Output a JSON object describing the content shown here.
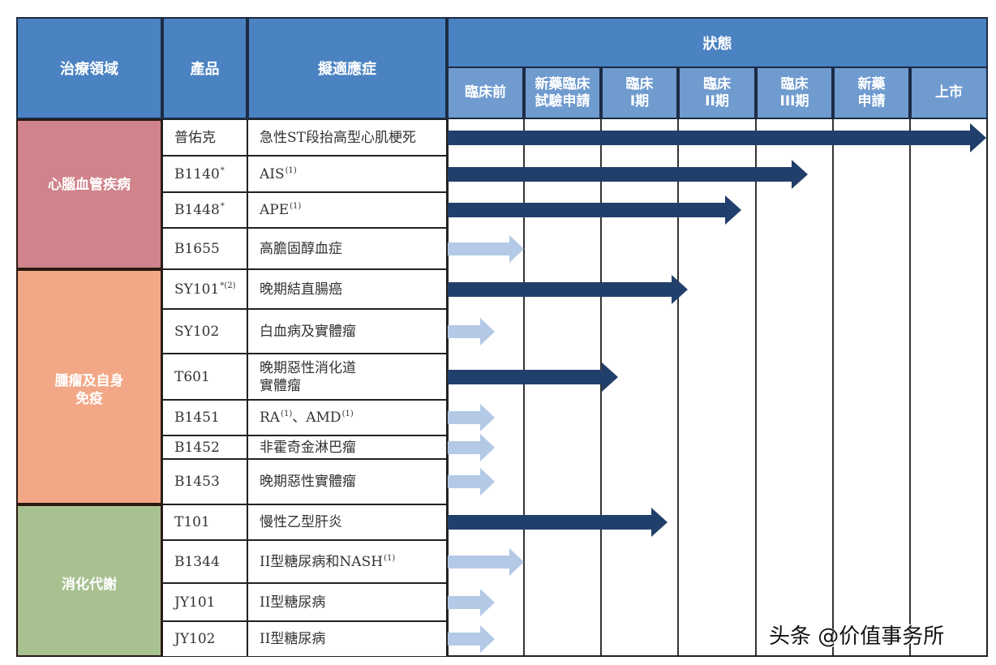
{
  "table": {
    "headers": {
      "area": "治療領域",
      "product": "產品",
      "indication": "擬適應症",
      "status": "狀態"
    },
    "stages": [
      "臨床前",
      "新藥臨床\n試驗申請",
      "臨床\nI期",
      "臨床\nII期",
      "臨床\nIII期",
      "新藥\n申請",
      "上市"
    ],
    "categories": [
      {
        "name": "心腦血管疾病",
        "color": "#d0838b"
      },
      {
        "name": "腫瘤及自身\n免疫",
        "color": "#f2a886"
      },
      {
        "name": "消化代謝",
        "color": "#a8c191"
      }
    ],
    "rows": [
      {
        "product": "普佑克",
        "product_sup": "",
        "indication": "急性ST段抬高型心肌梗死",
        "ind_parts": [
          [
            "急性ST段抬高型心肌梗死",
            ""
          ]
        ]
      },
      {
        "product": "B1140",
        "product_sup": "*",
        "indication": "AIS(1)",
        "ind_parts": [
          [
            "AIS",
            "(1)"
          ]
        ]
      },
      {
        "product": "B1448",
        "product_sup": "*",
        "indication": "APE(1)",
        "ind_parts": [
          [
            "APE",
            "(1)"
          ]
        ]
      },
      {
        "product": "B1655",
        "product_sup": "",
        "indication": "高膽固醇血症",
        "ind_parts": [
          [
            "高膽固醇血症",
            ""
          ]
        ]
      },
      {
        "product": "SY101",
        "product_sup": "*(2)",
        "indication": "晚期結直腸癌",
        "ind_parts": [
          [
            "晚期結直腸癌",
            ""
          ]
        ]
      },
      {
        "product": "SY102",
        "product_sup": "",
        "indication": "白血病及實體瘤",
        "ind_parts": [
          [
            "白血病及實體瘤",
            ""
          ]
        ]
      },
      {
        "product": "T601",
        "product_sup": "",
        "indication": "晚期惡性消化道\n實體瘤",
        "ind_parts": [
          [
            "晚期惡性消化道\n實體瘤",
            ""
          ]
        ]
      },
      {
        "product": "B1451",
        "product_sup": "",
        "indication": "RA(1)、AMD(1)",
        "ind_parts": [
          [
            "RA",
            "(1)"
          ],
          [
            "、AMD",
            "(1)"
          ]
        ]
      },
      {
        "product": "B1452",
        "product_sup": "",
        "indication": "非霍奇金淋巴瘤",
        "ind_parts": [
          [
            "非霍奇金淋巴瘤",
            ""
          ]
        ]
      },
      {
        "product": "B1453",
        "product_sup": "",
        "indication": "晚期惡性實體瘤",
        "ind_parts": [
          [
            "晚期惡性實體瘤",
            ""
          ]
        ]
      },
      {
        "product": "T101",
        "product_sup": "",
        "indication": "慢性乙型肝炎",
        "ind_parts": [
          [
            "慢性乙型肝炎",
            ""
          ]
        ]
      },
      {
        "product": "B1344",
        "product_sup": "",
        "indication": "II型糖尿病和NASH(1)",
        "ind_parts": [
          [
            "II型糖尿病和NASH",
            "(1)"
          ]
        ]
      },
      {
        "product": "JY101",
        "product_sup": "",
        "indication": "II型糖尿病",
        "ind_parts": [
          [
            "II型糖尿病",
            ""
          ]
        ]
      },
      {
        "product": "JY102",
        "product_sup": "",
        "indication": "II型糖尿病",
        "ind_parts": [
          [
            "II型糖尿病",
            ""
          ]
        ]
      }
    ]
  },
  "chart_data": {
    "type": "table",
    "title": "狀態",
    "stages": [
      "臨床前",
      "新藥臨床試驗申請",
      "臨床I期",
      "臨床II期",
      "臨床III期",
      "新藥申請",
      "上市"
    ],
    "progress": [
      {
        "area": "心腦血管疾病",
        "product": "普佑克",
        "indication": "急性ST段抬高型心肌梗死",
        "reached_stage": "上市",
        "arrow": "dark"
      },
      {
        "area": "心腦血管疾病",
        "product": "B1140*",
        "indication": "AIS(1)",
        "reached_stage": "臨床III期",
        "arrow": "dark"
      },
      {
        "area": "心腦血管疾病",
        "product": "B1448*",
        "indication": "APE(1)",
        "reached_stage": "臨床II期",
        "arrow": "dark"
      },
      {
        "area": "心腦血管疾病",
        "product": "B1655",
        "indication": "高膽固醇血症",
        "reached_stage": "臨床前",
        "arrow": "light"
      },
      {
        "area": "腫瘤及自身免疫",
        "product": "SY101*(2)",
        "indication": "晚期結直腸癌",
        "reached_stage": "臨床I期",
        "arrow": "dark"
      },
      {
        "area": "腫瘤及自身免疫",
        "product": "SY102",
        "indication": "白血病及實體瘤",
        "reached_stage": "臨床前",
        "arrow": "light"
      },
      {
        "area": "腫瘤及自身免疫",
        "product": "T601",
        "indication": "晚期惡性消化道實體瘤",
        "reached_stage": "新藥臨床試驗申請",
        "arrow": "dark"
      },
      {
        "area": "腫瘤及自身免疫",
        "product": "B1451",
        "indication": "RA(1)、AMD(1)",
        "reached_stage": "臨床前",
        "arrow": "light"
      },
      {
        "area": "腫瘤及自身免疫",
        "product": "B1452",
        "indication": "非霍奇金淋巴瘤",
        "reached_stage": "臨床前",
        "arrow": "light"
      },
      {
        "area": "腫瘤及自身免疫",
        "product": "B1453",
        "indication": "晚期惡性實體瘤",
        "reached_stage": "臨床前",
        "arrow": "light"
      },
      {
        "area": "消化代謝",
        "product": "T101",
        "indication": "慢性乙型肝炎",
        "reached_stage": "臨床I期",
        "arrow": "dark"
      },
      {
        "area": "消化代謝",
        "product": "B1344",
        "indication": "II型糖尿病和NASH(1)",
        "reached_stage": "臨床前",
        "arrow": "light"
      },
      {
        "area": "消化代謝",
        "product": "JY101",
        "indication": "II型糖尿病",
        "reached_stage": "臨床前",
        "arrow": "light"
      },
      {
        "area": "消化代謝",
        "product": "JY102",
        "indication": "II型糖尿病",
        "reached_stage": "臨床前",
        "arrow": "light"
      }
    ]
  },
  "arrows": [
    {
      "end": 1216,
      "type": "dark"
    },
    {
      "end": 996,
      "type": "dark"
    },
    {
      "end": 914,
      "type": "dark"
    },
    {
      "end": 646,
      "type": "light"
    },
    {
      "end": 848,
      "type": "dark"
    },
    {
      "end": 610,
      "type": "light"
    },
    {
      "end": 762,
      "type": "dark"
    },
    {
      "end": 610,
      "type": "light"
    },
    {
      "end": 610,
      "type": "light"
    },
    {
      "end": 610,
      "type": "light"
    },
    {
      "end": 823,
      "type": "dark"
    },
    {
      "end": 646,
      "type": "light"
    },
    {
      "end": 610,
      "type": "light"
    },
    {
      "end": 610,
      "type": "light"
    }
  ],
  "colors": {
    "header": "#4a82c2",
    "subheader": "#6f9bcf",
    "arrow_dark": "#213f6b",
    "arrow_light": "#b3c9e6"
  },
  "watermark": "头条 @价值事务所"
}
